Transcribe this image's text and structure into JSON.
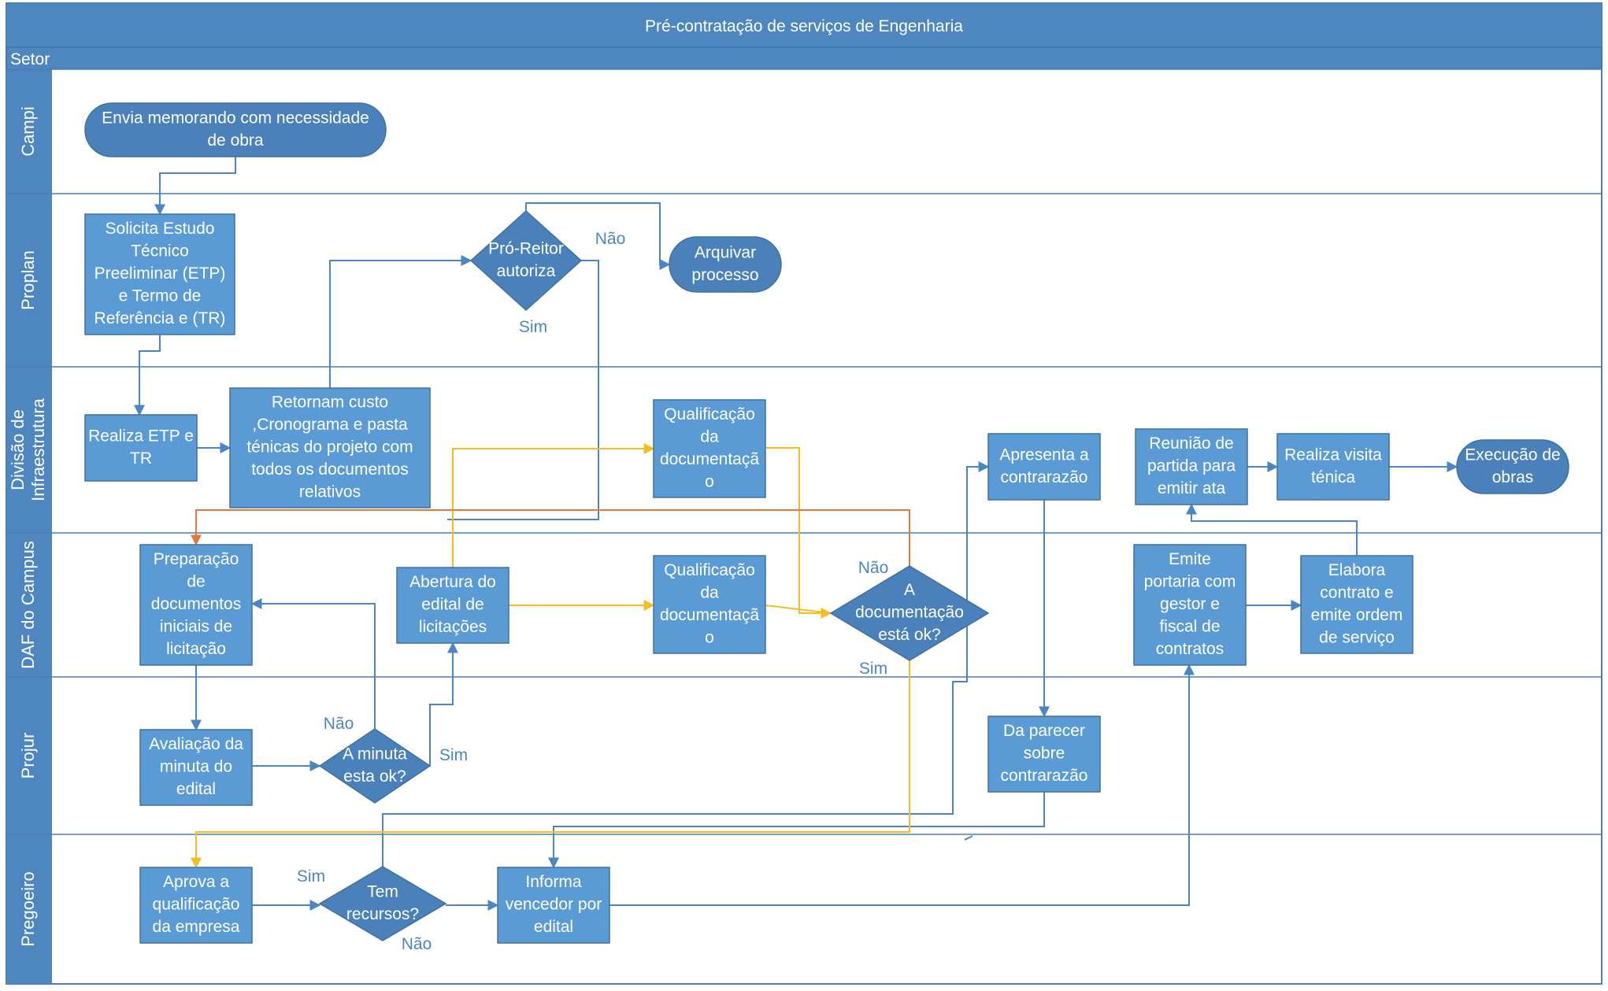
{
  "diagram": {
    "title": "Pré-contratação de serviços de Engenharia",
    "header_label": "Setor",
    "lanes": [
      {
        "id": "campi",
        "label": "Campi"
      },
      {
        "id": "proplan",
        "label": "Proplan"
      },
      {
        "id": "infra",
        "label": "Divisão de Infraestrutura"
      },
      {
        "id": "daf",
        "label": "DAF do Campus"
      },
      {
        "id": "projur",
        "label": "Projur"
      },
      {
        "id": "pregoeiro",
        "label": "Pregoeiro"
      }
    ],
    "nodes": [
      {
        "id": "envia",
        "shape": "terminal",
        "lines": [
          "Envia memorando com necessidade",
          "de obra"
        ]
      },
      {
        "id": "solicita",
        "shape": "process",
        "lines": [
          "Solicita Estudo",
          "Técnico",
          "Preeliminar (ETP)",
          "e Termo de",
          "Referência e (TR)"
        ]
      },
      {
        "id": "proreitor",
        "shape": "decision",
        "lines": [
          "Pró-Reitor",
          "autoriza"
        ]
      },
      {
        "id": "arquivar",
        "shape": "terminal",
        "lines": [
          "Arquivar",
          "processo"
        ]
      },
      {
        "id": "realiza_etp",
        "shape": "process",
        "lines": [
          "Realiza ETP e",
          "TR"
        ]
      },
      {
        "id": "retornam",
        "shape": "process",
        "lines": [
          "Retornam custo",
          ",Cronograma e pasta",
          "ténicas do projeto com",
          "todos os documentos",
          "relativos"
        ]
      },
      {
        "id": "qualif1",
        "shape": "process",
        "lines": [
          "Qualificação",
          "da",
          "documentaçã",
          "o"
        ]
      },
      {
        "id": "apresenta",
        "shape": "process",
        "lines": [
          "Apresenta a",
          "contrarazão"
        ]
      },
      {
        "id": "reuniao",
        "shape": "process",
        "lines": [
          "Reunião de",
          "partida para",
          "emitir ata"
        ]
      },
      {
        "id": "visita",
        "shape": "process",
        "lines": [
          "Realiza visita",
          "ténica"
        ]
      },
      {
        "id": "execucao",
        "shape": "terminal",
        "lines": [
          "Execução de",
          "obras"
        ]
      },
      {
        "id": "preparacao",
        "shape": "process",
        "lines": [
          "Preparação",
          "de",
          "documentos",
          "iniciais de",
          "licitação"
        ]
      },
      {
        "id": "abertura",
        "shape": "process",
        "lines": [
          "Abertura do",
          "edital de",
          "licitações"
        ]
      },
      {
        "id": "qualif2",
        "shape": "process",
        "lines": [
          "Qualificação",
          "da",
          "documentaçã",
          "o"
        ]
      },
      {
        "id": "doc_ok",
        "shape": "decision",
        "lines": [
          "A",
          "documentação",
          "está ok?"
        ]
      },
      {
        "id": "emite",
        "shape": "process",
        "lines": [
          "Emite",
          "portaria com",
          "gestor e",
          "fiscal de",
          "contratos"
        ]
      },
      {
        "id": "elabora",
        "shape": "process",
        "lines": [
          "Elabora",
          "contrato e",
          "emite ordem",
          "de serviço"
        ]
      },
      {
        "id": "avaliacao",
        "shape": "process",
        "lines": [
          "Avaliação da",
          "minuta do",
          "edital"
        ]
      },
      {
        "id": "minuta_ok",
        "shape": "decision",
        "lines": [
          "A minuta",
          "esta ok?"
        ]
      },
      {
        "id": "parecer",
        "shape": "process",
        "lines": [
          "Da parecer",
          "sobre",
          "contrarazão"
        ]
      },
      {
        "id": "aprova",
        "shape": "process",
        "lines": [
          "Aprova a",
          "qualificação",
          "da empresa"
        ]
      },
      {
        "id": "recursos",
        "shape": "decision",
        "lines": [
          "Tem",
          "recursos?"
        ]
      },
      {
        "id": "informa",
        "shape": "process",
        "lines": [
          "Informa",
          "vencedor por",
          "edital"
        ]
      }
    ],
    "edge_labels": [
      {
        "id": "nao_proreitor",
        "text": "Não"
      },
      {
        "id": "sim_proreitor",
        "text": "Sim"
      },
      {
        "id": "nao_doc",
        "text": "Não"
      },
      {
        "id": "sim_doc",
        "text": "Sim"
      },
      {
        "id": "nao_minuta",
        "text": "Não"
      },
      {
        "id": "sim_minuta",
        "text": "Sim"
      },
      {
        "id": "sim_recursos",
        "text": "Sim"
      },
      {
        "id": "nao_recursos",
        "text": "Não"
      }
    ],
    "colors": {
      "header": "#4e86bf",
      "border": "#4a7fb8",
      "node_fill": "#5b9bd5",
      "node_stroke": "#41719c",
      "decision_fill": "#4a81ba",
      "edge_blue": "#4a86c5",
      "edge_yellow": "#f5bd1f",
      "edge_orange": "#e07b39",
      "label_text": "#4a86c5"
    }
  }
}
